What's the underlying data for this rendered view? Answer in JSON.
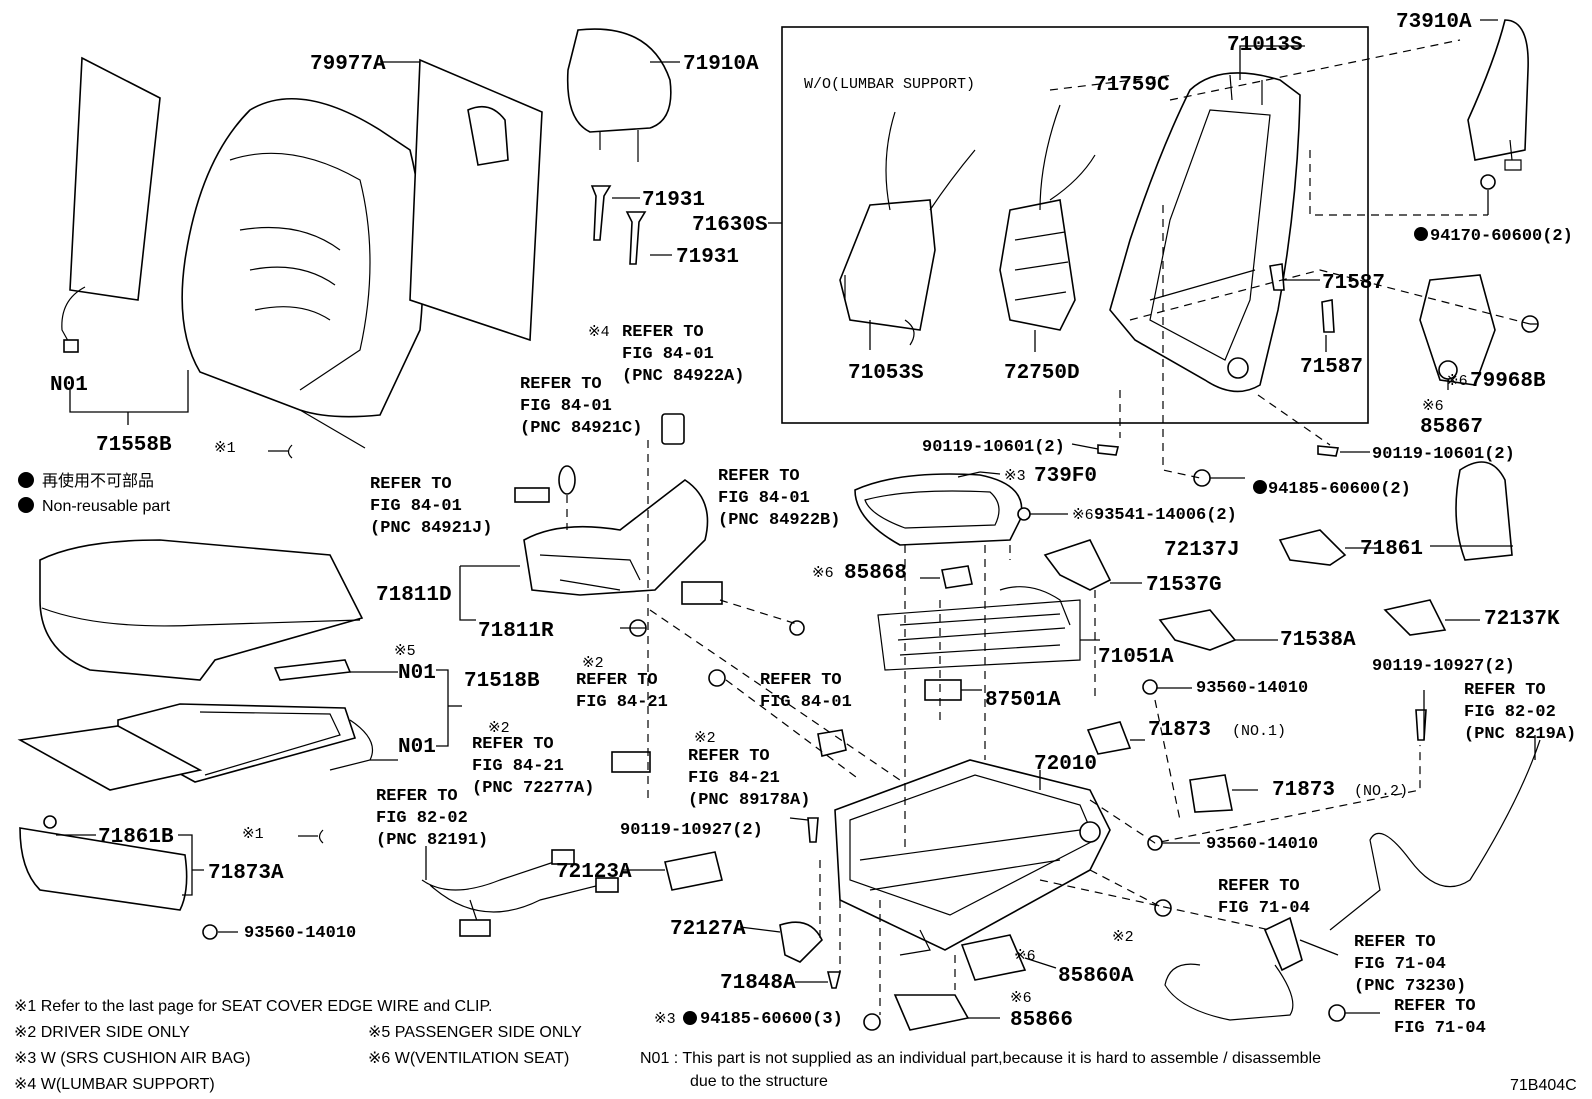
{
  "parts": {
    "p79977A": "79977A",
    "p71910A": "71910A",
    "p71931a": "71931",
    "p71931b": "71931",
    "p71630S": "71630S",
    "p71013S": "71013S",
    "p73910A": "73910A",
    "p71759C": "71759C",
    "p71053S": "71053S",
    "p72750D": "72750D",
    "p71587a": "71587",
    "p71587b": "71587",
    "p94170": "94170-60600(2)",
    "p79968B": "79968B",
    "p85867": "85867",
    "pN01a": "N01",
    "p71558B": "71558B",
    "p90119_10601a": "90119-10601(2)",
    "p90119_10601b": "90119-10601(2)",
    "p739F0": "739F0",
    "p94185a": "94185-60600(2)",
    "p93541": "93541-14006(2)",
    "p71861": "71861",
    "p72137J": "72137J",
    "p71537G": "71537G",
    "p85868": "85868",
    "p71811D": "71811D",
    "p71811R": "71811R",
    "p71051A": "71051A",
    "p71538A": "71538A",
    "p72137K": "72137K",
    "p90119_10927a": "90119-10927(2)",
    "p87501A": "87501A",
    "p93560a": "93560-14010",
    "pN01b": "N01",
    "p71518B": "71518B",
    "pN01c": "N01",
    "p71873": "71873",
    "p71873b": "71873",
    "p72010": "72010",
    "p90119_10927b": "90119-10927(2)",
    "p93560b": "93560-14010",
    "p71861B": "71861B",
    "p71873A": "71873A",
    "p72123A": "72123A",
    "p72127A": "72127A",
    "p85860A": "85860A",
    "p71848A": "71848A",
    "p94185b": "94185-60600(3)",
    "p85866": "85866",
    "p93560c": "93560-14010"
  },
  "notes": {
    "no1": "(NO.1)",
    "no2": "(NO.2)",
    "x1a": "※1",
    "x1b": "※1",
    "x2a": "※2",
    "x2b": "※2",
    "x2c": "※2",
    "x2d": "※2",
    "x3a": "※3",
    "x3b": "※3",
    "x4": "※4",
    "x5": "※5",
    "x6a": "※6",
    "x6b": "※6",
    "x6c": "※6",
    "x6d": "※6",
    "x6e": "※6",
    "x6f": "※6",
    "wo_lumbar": "W/O(LUMBAR SUPPORT)"
  },
  "legend": {
    "jp": "再使用不可部品",
    "en": "Non-reusable part"
  },
  "refs": {
    "r1": [
      "REFER TO",
      "FIG 84-01",
      "(PNC 84922A)"
    ],
    "r2": [
      "REFER TO",
      "FIG 84-01",
      "(PNC 84921C)"
    ],
    "r3": [
      "REFER TO",
      "FIG 84-01",
      "(PNC 84921J)"
    ],
    "r4": [
      "REFER TO",
      "FIG 84-01",
      "(PNC 84922B)"
    ],
    "r5": [
      "REFER TO",
      "FIG 84-21"
    ],
    "r6": [
      "REFER TO",
      "FIG 84-01"
    ],
    "r7": [
      "REFER TO",
      "FIG 84-21",
      "(PNC 72277A)"
    ],
    "r8": [
      "REFER TO",
      "FIG 84-21",
      "(PNC 89178A)"
    ],
    "r9": [
      "REFER TO",
      "FIG 82-02",
      "(PNC 82191)"
    ],
    "r10": [
      "REFER TO",
      "FIG 82-02",
      "(PNC 8219A)"
    ],
    "r11": [
      "REFER TO",
      "FIG 71-04"
    ],
    "r12": [
      "REFER TO",
      "FIG 71-04",
      "(PNC 73230)"
    ],
    "r13": [
      "REFER TO",
      "FIG 71-04"
    ]
  },
  "footnotes": {
    "f1": "※1  Refer to the last page for SEAT COVER EDGE WIRE and CLIP.",
    "f2": "※2  DRIVER SIDE ONLY",
    "f3": "※3  W (SRS CUSHION AIR BAG)",
    "f4": "※4 W(LUMBAR SUPPORT)",
    "f5": "※5 PASSENGER SIDE ONLY",
    "f6": "※6 W(VENTILATION SEAT)",
    "n01_line1": "N01 : This part is not supplied as an individual part,because it is hard to assemble / disassemble",
    "n01_line2": "due to the structure",
    "fig_code": "71B404C"
  }
}
